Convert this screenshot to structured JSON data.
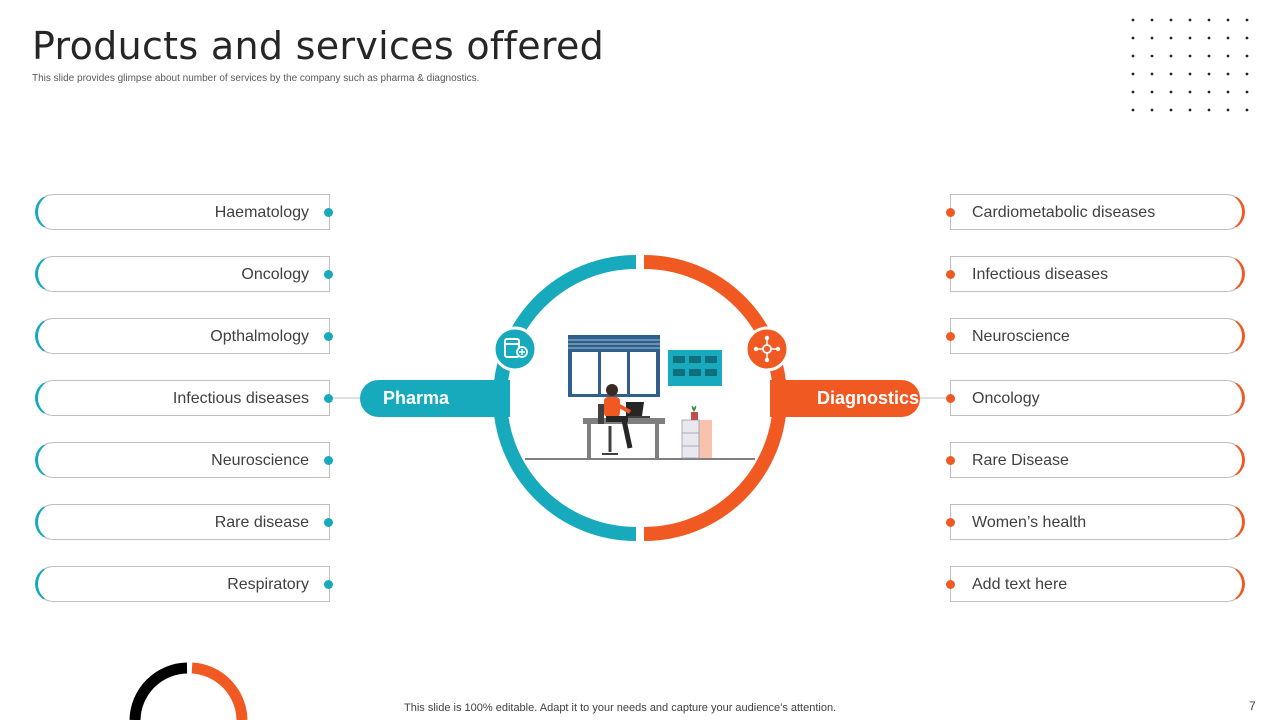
{
  "header": {
    "title": "Products and services offered",
    "subtitle": "This slide provides glimpse about number of services by the company such as pharma & diagnostics."
  },
  "pharma": {
    "label": "Pharma",
    "color": "#17a9bc",
    "icon": "medicine-icon",
    "items": [
      "Haematology",
      "Oncology",
      "Opthalmology",
      "Infectious diseases",
      "Neuroscience",
      "Rare disease",
      "Respiratory"
    ]
  },
  "diagnostics": {
    "label": "Diagnostics",
    "color": "#f05a22",
    "icon": "network-icon",
    "items": [
      "Cardiometabolic diseases",
      "Infectious diseases",
      "Neuroscience",
      "Oncology",
      "Rare Disease",
      "Women’s health",
      "Add text here"
    ]
  },
  "center": {
    "illustration": "woman-working-at-desk-illustration"
  },
  "footer": {
    "note": "This slide is 100% editable. Adapt it to your needs and capture your audience’s attention.",
    "page_number": "7"
  }
}
